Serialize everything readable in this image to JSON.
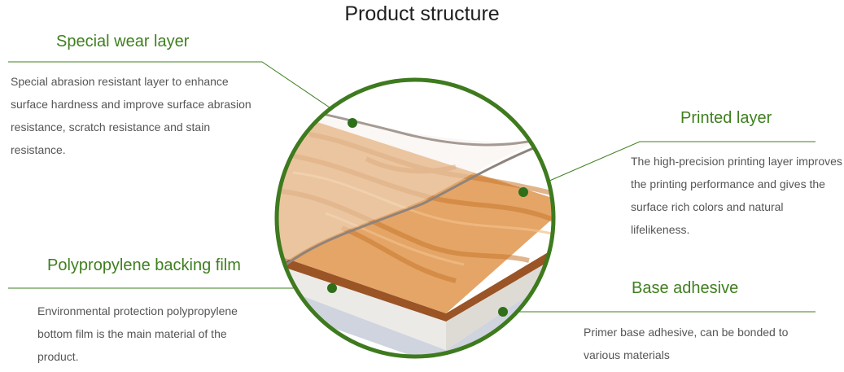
{
  "title": "Product structure",
  "colors": {
    "accent": "#3f7f1f",
    "leader": "#3f7f1f",
    "text": "#555555"
  },
  "layers": {
    "wear": {
      "title": "Special wear layer",
      "description": "Special abrasion resistant layer to enhance surface hardness and improve surface abrasion resistance, scratch resistance and stain resistance."
    },
    "printed": {
      "title": "Printed layer",
      "description": "The high-precision printing layer improves the printing performance and gives the surface rich colors and natural lifelikeness."
    },
    "backing": {
      "title": "Polypropylene backing film",
      "description": "Environmental protection polypropylene bottom film is the main material of the product."
    },
    "adhesive": {
      "title": "Base adhesive",
      "description": "Primer base adhesive, can be bonded to various materials"
    }
  }
}
